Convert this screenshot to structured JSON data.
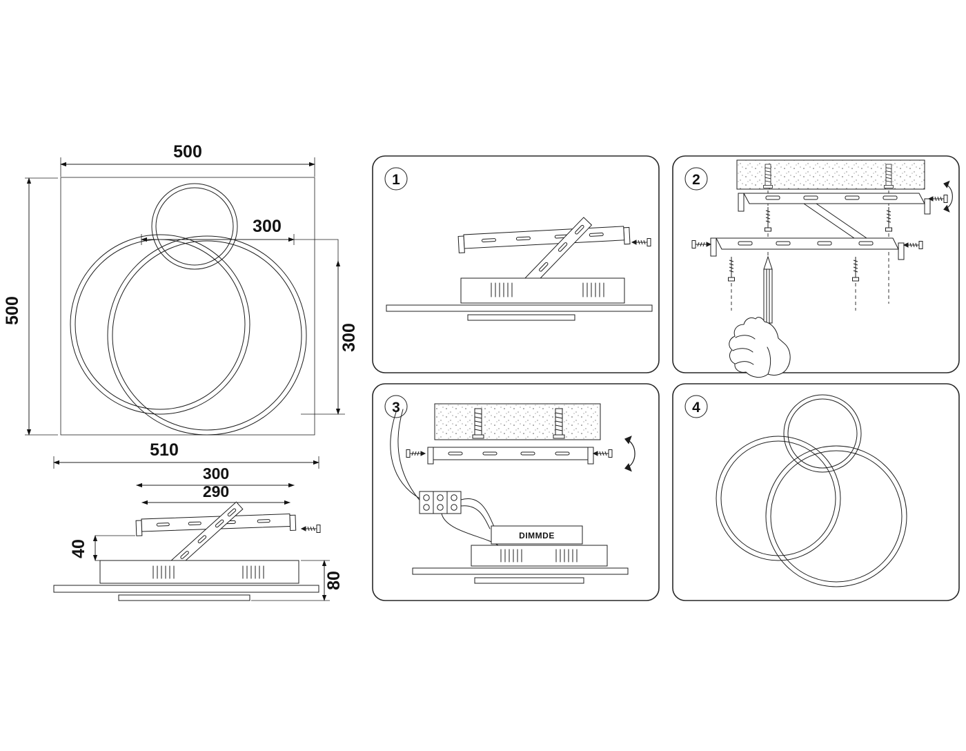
{
  "dimensions": {
    "top_view": {
      "width": "500",
      "height": "500",
      "inner_width": "300",
      "inner_height": "300"
    },
    "side_view": {
      "overall_width": "510",
      "bracket_width": "300",
      "bracket_inner_width": "290",
      "bracket_height": "40",
      "body_height": "80"
    }
  },
  "steps": [
    {
      "number": "1"
    },
    {
      "number": "2"
    },
    {
      "number": "3",
      "label": "DIMMDE"
    },
    {
      "number": "4"
    }
  ],
  "colors": {
    "line": "#1c1c1c",
    "background": "#ffffff"
  }
}
